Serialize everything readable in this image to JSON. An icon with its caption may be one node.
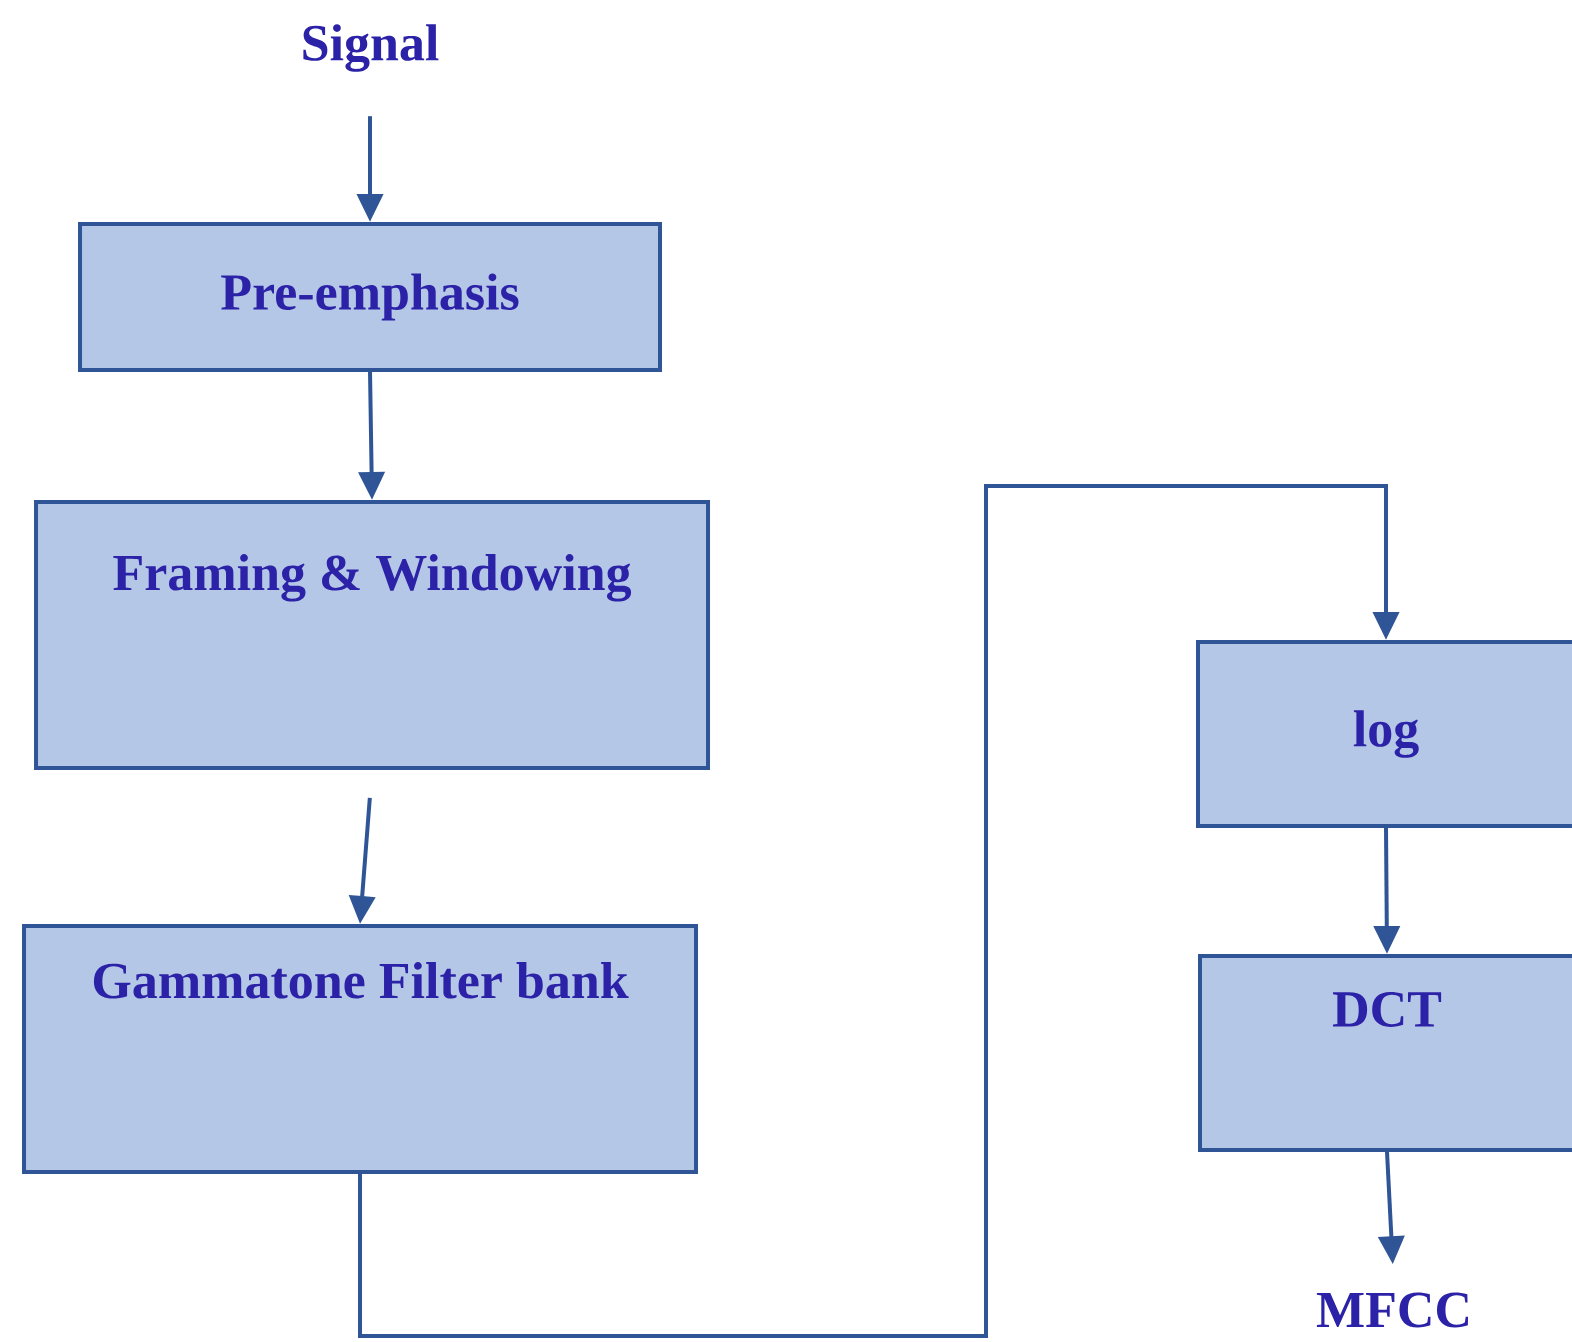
{
  "diagram": {
    "nodes": [
      {
        "text": [
          "Signal"
        ]
      },
      {
        "text": [
          "Pre-emphasis"
        ]
      },
      {
        "text": [
          "Framing & Windowing"
        ]
      },
      {
        "text": [
          "Gammatone Filter bank"
        ]
      },
      {
        "text": [
          "log"
        ]
      },
      {
        "text": [
          "DCT"
        ]
      },
      {
        "text": [
          "MFCC"
        ]
      }
    ],
    "edges": [
      {
        "from": 0,
        "to": 1,
        "arrow": "to"
      },
      {
        "from": 1,
        "to": 2,
        "arrow": "to"
      },
      {
        "from": 2,
        "to": 3,
        "arrow": "to"
      },
      {
        "from": 3,
        "to": 4,
        "arrow": "to"
      },
      {
        "from": 4,
        "to": 5,
        "arrow": "to"
      },
      {
        "from": 5,
        "to": 6,
        "arrow": "to"
      }
    ]
  }
}
